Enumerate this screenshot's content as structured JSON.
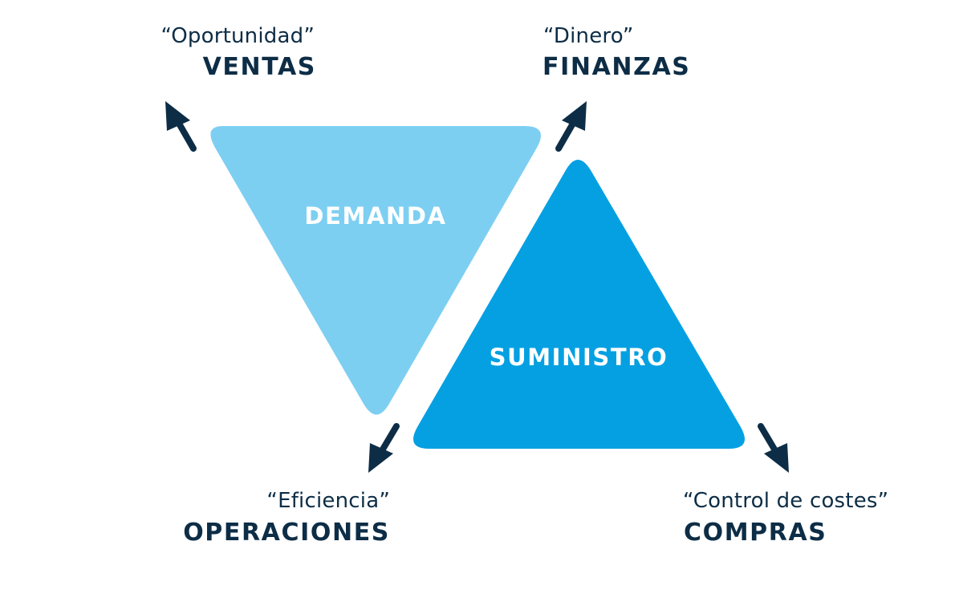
{
  "colors": {
    "demand_fill": "#7dcff2",
    "supply_fill": "#05a0e2",
    "arrow": "#0d2d46",
    "text_dark": "#0d2d46",
    "text_light": "#ffffff"
  },
  "triangles": {
    "demand": {
      "label": "DEMANDA"
    },
    "supply": {
      "label": "SUMINISTRO"
    }
  },
  "corners": {
    "top_left": {
      "quote": "“Oportunidad”",
      "department": "VENTAS"
    },
    "top_right": {
      "quote": "“Dinero”",
      "department": "FINANZAS"
    },
    "bottom_left": {
      "quote": "“Eficiencia”",
      "department": "OPERACIONES"
    },
    "bottom_right": {
      "quote": "“Control de costes”",
      "department": "COMPRAS"
    }
  }
}
